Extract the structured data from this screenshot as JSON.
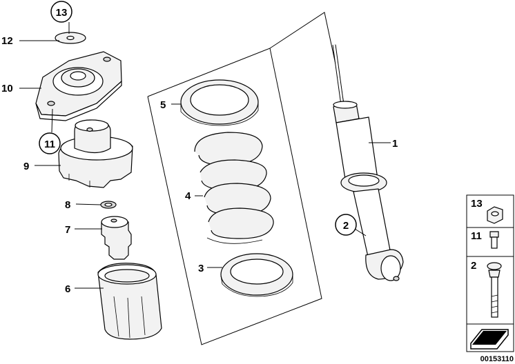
{
  "callouts": {
    "c1": "1",
    "c2": "2",
    "c3": "3",
    "c4": "4",
    "c5": "5",
    "c6": "6",
    "c7": "7",
    "c8": "8",
    "c9": "9",
    "c10": "10",
    "c11": "11",
    "c12": "12",
    "c13": "13"
  },
  "legend": {
    "row1": "13",
    "row2": "11",
    "row3": "2"
  },
  "reference_number": "00153110"
}
